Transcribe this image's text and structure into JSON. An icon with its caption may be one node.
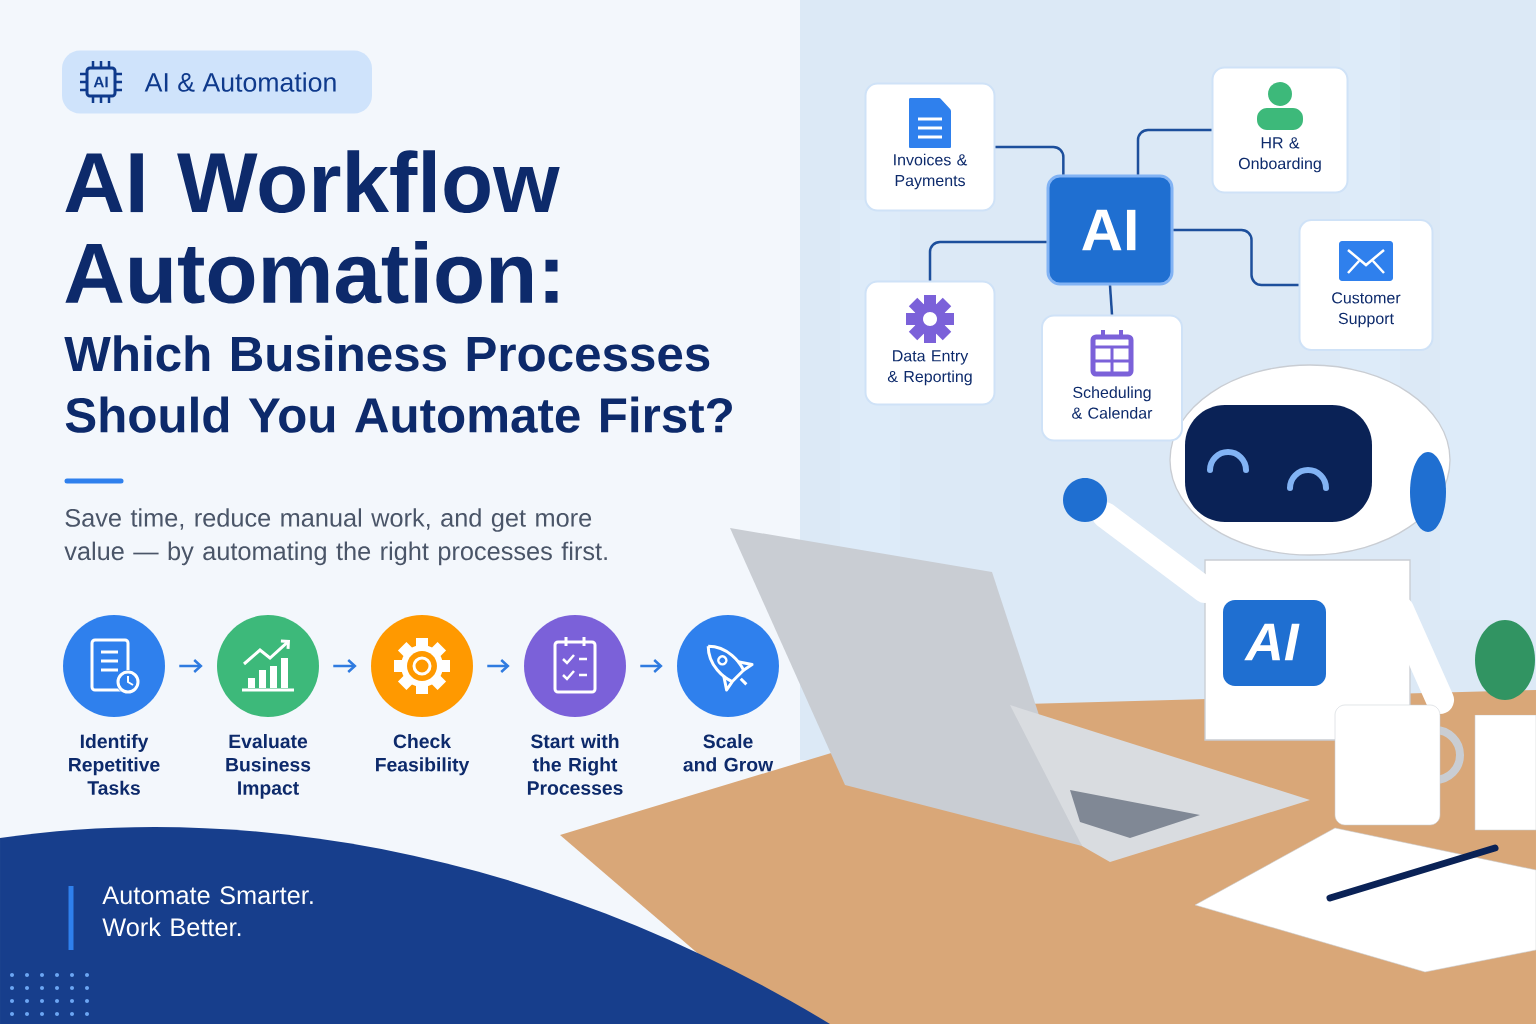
{
  "diagram": {
    "title": "AI Workflow Automation:",
    "nodes": [
      {
        "text": [
          "AI & Automation"
        ]
      },
      {
        "text": [
          "Identify Repetitive Tasks"
        ]
      },
      {
        "text": [
          "Evaluate Business Impact"
        ]
      },
      {
        "text": [
          "Check Feasibility"
        ]
      },
      {
        "text": [
          "Start with the Right Processes"
        ]
      },
      {
        "text": [
          "Scale and Grow"
        ]
      },
      {
        "text": [
          "AI"
        ]
      },
      {
        "text": [
          "Invoices & Payments"
        ]
      },
      {
        "text": [
          "HR & Onboarding"
        ]
      },
      {
        "text": [
          "Data Entry & Reporting"
        ]
      },
      {
        "text": [
          "Scheduling & Calendar"
        ]
      },
      {
        "text": [
          "Customer Support"
        ]
      }
    ],
    "edges": [
      {
        "from": 1,
        "to": 2,
        "arrow": "to",
        "color": "#2f7be0"
      },
      {
        "from": 2,
        "to": 3,
        "arrow": "to",
        "color": "#2f7be0"
      },
      {
        "from": 3,
        "to": 4,
        "arrow": "to",
        "color": "#2f7be0"
      },
      {
        "from": 4,
        "to": 5,
        "arrow": "to",
        "color": "#2f7be0"
      },
      {
        "from": 7,
        "to": 6,
        "arrow": "none"
      },
      {
        "from": 8,
        "to": 6,
        "arrow": "none"
      },
      {
        "from": 9,
        "to": 6,
        "arrow": "none"
      },
      {
        "from": 10,
        "to": 6,
        "arrow": "none"
      },
      {
        "from": 11,
        "to": 6,
        "arrow": "none"
      }
    ],
    "labels": [
      "AI",
      "Which Business Processes Should You Automate First?",
      "Save time, reduce manual work, and get more value — by automating the right processes first.",
      "AI",
      "Automate Smarter. Work Better."
    ]
  }
}
